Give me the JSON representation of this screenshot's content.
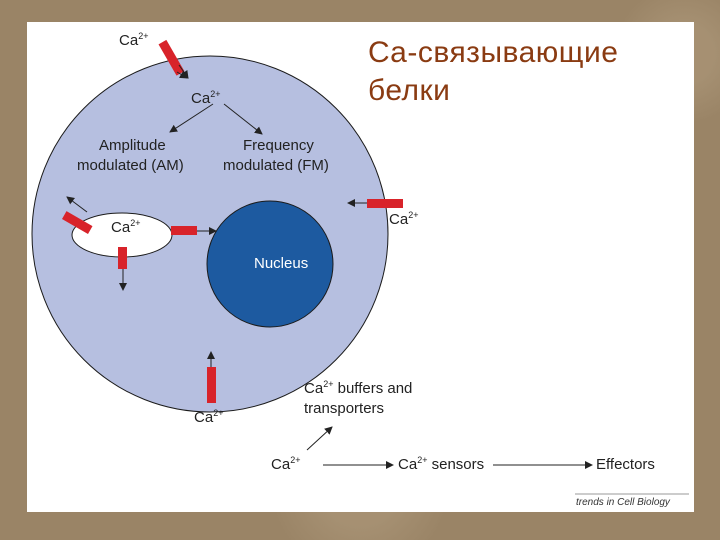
{
  "title": {
    "line1": "Ca-связывающие",
    "line2": "белки"
  },
  "labels": {
    "ca_top": "Ca",
    "ca_inner": "Ca",
    "ca_store": "Ca",
    "ca_right": "Ca",
    "ca_bottom": "Ca",
    "ca_flow": "Ca",
    "charge": "2+",
    "am_line1": "Amplitude",
    "am_line2": "modulated (AM)",
    "fm_line1": "Frequency",
    "fm_line2": "modulated (FM)",
    "nucleus": "Nucleus",
    "buffers_line1": " buffers and",
    "buffers_line2": "transporters",
    "sensors": " sensors",
    "effectors": "Effectors",
    "credit": "trends in Cell Biology"
  },
  "colors": {
    "cell": "#b6bfe0",
    "nucleus": "#1d5aa0",
    "channel": "#d8232a",
    "title": "#8a3b12"
  }
}
